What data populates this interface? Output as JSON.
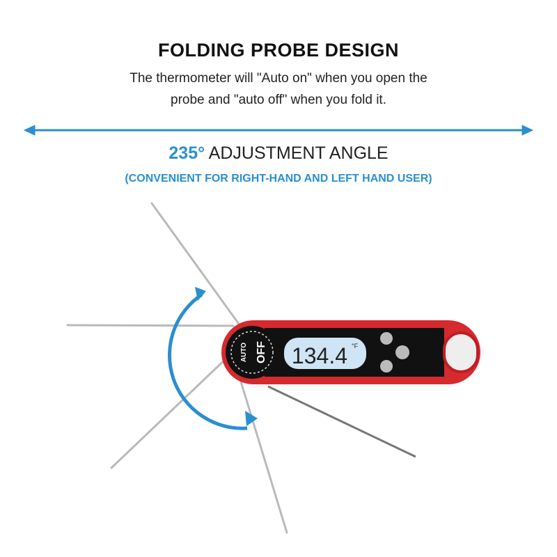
{
  "title": "FOLDING PROBE DESIGN",
  "description": {
    "line1": "The thermometer will \"Auto on\" when you open the",
    "line2": "probe and \"auto off\" when you fold it."
  },
  "angle": {
    "value": "235°",
    "label": " ADJUSTMENT ANGLE"
  },
  "note": "(CONVENIENT FOR RIGHT-HAND AND LEFT HAND USER)",
  "device": {
    "auto_label": "AUTO",
    "off_label": "OFF",
    "reading": "134.4",
    "unit": "°F"
  },
  "colors": {
    "accent": "#2a8fd0",
    "body": "#d52a2e",
    "panel": "#111111"
  }
}
